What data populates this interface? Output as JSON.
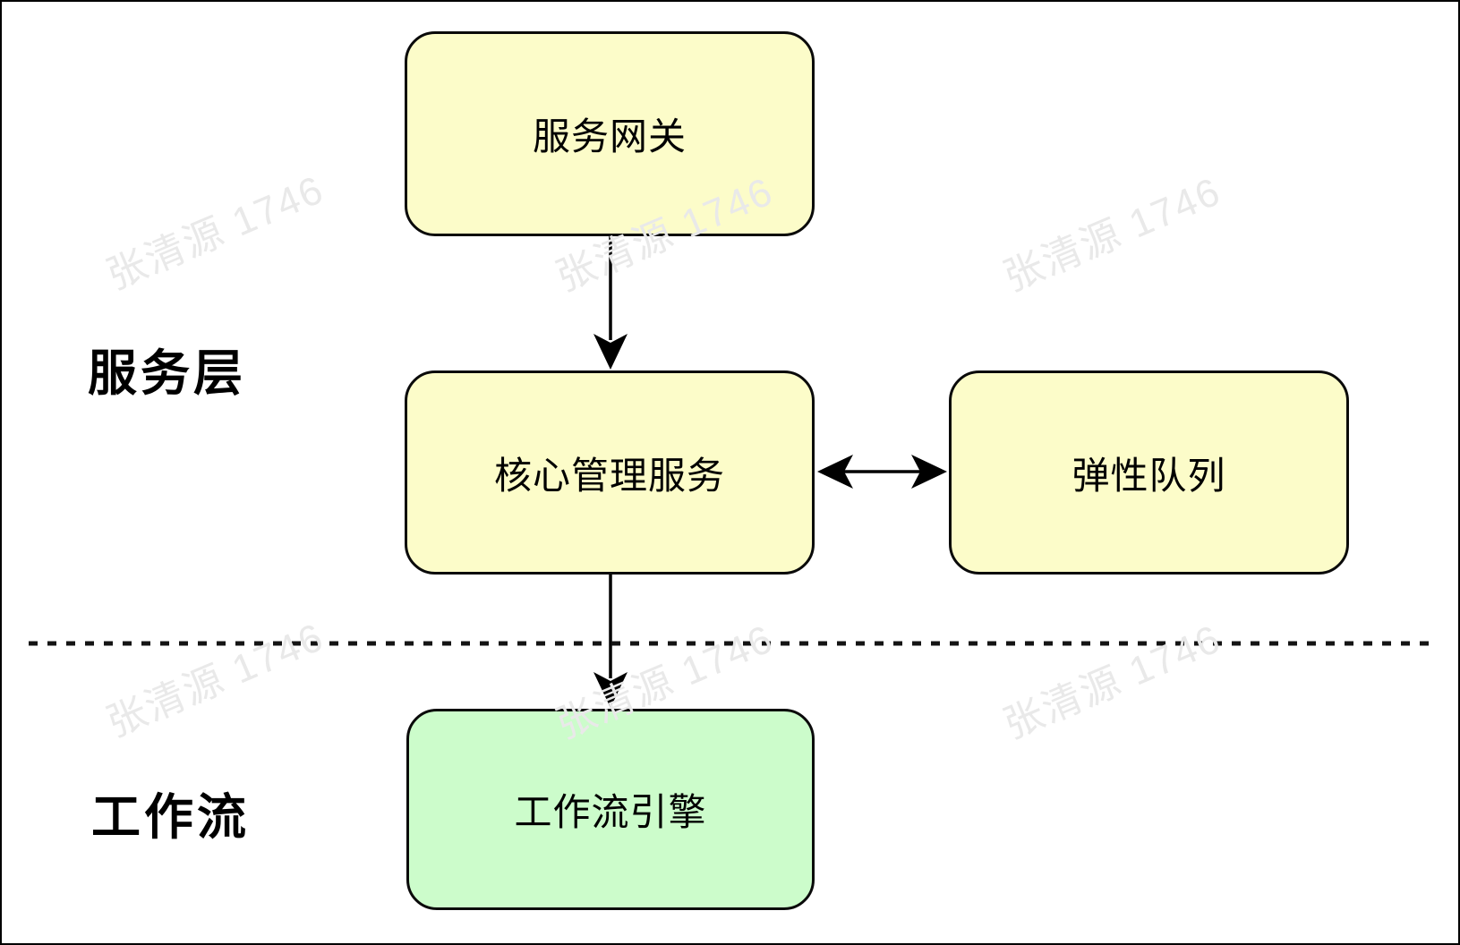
{
  "nodes": {
    "gateway": {
      "label": "服务网关",
      "fill": "#FCFCC9"
    },
    "core": {
      "label": "核心管理服务",
      "fill": "#FCFCC9"
    },
    "queue": {
      "label": "弹性队列",
      "fill": "#FCFCC9"
    },
    "engine": {
      "label": "工作流引擎",
      "fill": "#CCFCCB"
    }
  },
  "layers": {
    "service": {
      "label": "服务层"
    },
    "workflow": {
      "label": "工作流"
    }
  },
  "edges": [
    {
      "from": "服务网关",
      "to": "核心管理服务",
      "type": "arrow"
    },
    {
      "from": "核心管理服务",
      "to": "弹性队列",
      "type": "bidirectional-arrow"
    },
    {
      "from": "核心管理服务",
      "to": "工作流引擎",
      "type": "arrow"
    }
  ],
  "watermark": {
    "text": "张清源 1746",
    "color": "#E9E9E9"
  },
  "colors": {
    "node_yellow": "#FCFCC9",
    "node_green": "#CCFCCB",
    "stroke": "#000000",
    "background": "#FFFFFF"
  }
}
